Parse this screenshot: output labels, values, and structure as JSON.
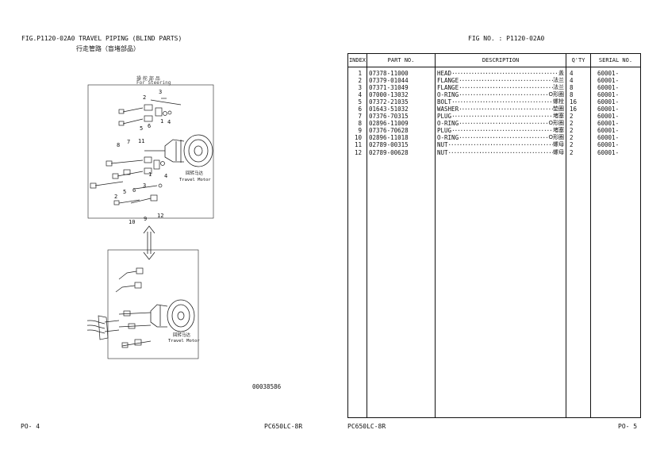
{
  "left_page": {
    "fig_title": "FIG.P1120-02A0   TRAVEL PIPING (BLIND PARTS)",
    "fig_subtitle": "行走管路（盲堵部品）",
    "for_steering_jp": "操 舵 部 品",
    "for_steering": "For Steering",
    "motor_label_cn": "回转马达",
    "motor_label_en": "Travel Motor",
    "callouts": [
      "3",
      "2",
      "1",
      "5",
      "6",
      "4",
      "7",
      "8",
      "11",
      "4",
      "2",
      "5",
      "6",
      "3",
      "12",
      "10",
      "9",
      "1"
    ],
    "drawing_code": "00038586",
    "page_number": "PO-   4",
    "model": "PC650LC-8R"
  },
  "right_page": {
    "fig_no": "FIG NO. : P1120-02A0",
    "table": {
      "headers": [
        "INDEX",
        "PART  NO.",
        "DESCRIPTION",
        "Q'TY",
        "SERIAL NO."
      ],
      "rows": [
        {
          "index": "1",
          "part_no": "07378-11000",
          "desc": "HEAD",
          "desc_cn": "盖",
          "qty": "4",
          "serial": "60001-"
        },
        {
          "index": "2",
          "part_no": "07379-01044",
          "desc": "FLANGE",
          "desc_cn": "法兰",
          "qty": "4",
          "serial": "60001-"
        },
        {
          "index": "3",
          "part_no": "07371-31049",
          "desc": "FLANGE",
          "desc_cn": "法兰",
          "qty": "8",
          "serial": "60001-"
        },
        {
          "index": "4",
          "part_no": "07000-13032",
          "desc": "O-RING",
          "desc_cn": "O形圈",
          "qty": "8",
          "serial": "60001-"
        },
        {
          "index": "5",
          "part_no": "07372-21035",
          "desc": "BOLT",
          "desc_cn": "螺栓",
          "qty": "16",
          "serial": "60001-"
        },
        {
          "index": "6",
          "part_no": "01643-51032",
          "desc": "WASHER",
          "desc_cn": "垫圈",
          "qty": "16",
          "serial": "60001-"
        },
        {
          "index": "7",
          "part_no": "07376-70315",
          "desc": "PLUG",
          "desc_cn": "堵塞",
          "qty": "2",
          "serial": "60001-"
        },
        {
          "index": "8",
          "part_no": "02896-11009",
          "desc": "O-RING",
          "desc_cn": "O形圈",
          "qty": "2",
          "serial": "60001-"
        },
        {
          "index": "9",
          "part_no": "07376-70628",
          "desc": "PLUG",
          "desc_cn": "堵塞",
          "qty": "2",
          "serial": "60001-"
        },
        {
          "index": "10",
          "part_no": "02896-11018",
          "desc": "O-RING",
          "desc_cn": "O形圈",
          "qty": "2",
          "serial": "60001-"
        },
        {
          "index": "11",
          "part_no": "02789-00315",
          "desc": "NUT",
          "desc_cn": "螺母",
          "qty": "2",
          "serial": "60001-"
        },
        {
          "index": "12",
          "part_no": "02789-00628",
          "desc": "NUT",
          "desc_cn": "螺母",
          "qty": "2",
          "serial": "60001-"
        }
      ]
    },
    "model": "PC650LC-8R",
    "page_number": "PO-   5"
  }
}
